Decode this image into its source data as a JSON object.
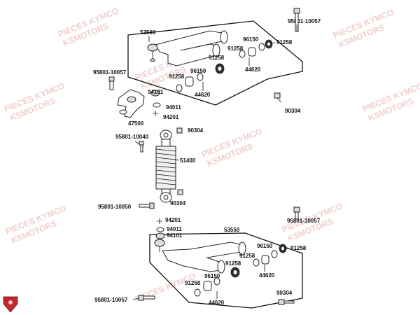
{
  "watermark": {
    "line1": "PIECES KYMCO",
    "line2": "KSMOTORS"
  },
  "labels": {
    "upper_arm": "53500",
    "upper_bolt_top": "95801-10057",
    "upper_left_bolt": "95801-10057",
    "knuckle": "47500",
    "knuckle_part_a": "94101",
    "knuckle_part_b": "94011",
    "knuckle_part_c": "94201",
    "upper_nut": "90304",
    "shock_bolt": "95801-10040",
    "shock_top_nut": "90304",
    "shock": "51400",
    "shock_bottom_nut": "90304",
    "shock_bottom_bolt": "95801-10050",
    "up_r_96150": "96150",
    "up_r_91258_a": "91258",
    "up_r_91258_b": "91258",
    "up_r_44620": "44620",
    "up_l_91258_a": "91258",
    "up_l_96150": "96150",
    "up_l_44620": "44620",
    "lower_arm": "53550",
    "lower_bolt_top": "95801-10057",
    "lower_part_a": "94201",
    "lower_part_b": "94011",
    "lower_part_c": "94101",
    "lo_r_96150": "96150",
    "lo_r_91258_a": "91258",
    "lo_r_91258_b": "91258",
    "lo_r_44620": "44620",
    "lo_l_96150": "96150",
    "lo_l_91258": "91258",
    "lo_l_44620": "44620",
    "lower_nut": "90304",
    "lower_left_bolt": "95801-10057"
  },
  "colors": {
    "brand_red": "#c0282d",
    "watermark": "#e4a6a6"
  },
  "icons": {
    "logo": "kymco-red-shield-logo"
  }
}
